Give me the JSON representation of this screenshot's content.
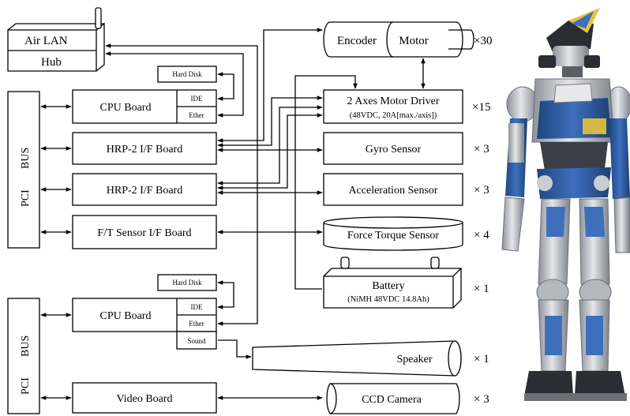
{
  "pci_bus_1": {
    "line1": "PCI",
    "line2": "BUS"
  },
  "pci_bus_2": {
    "line1": "PCI",
    "line2": "BUS"
  },
  "air_lan_hub": {
    "top": "Air LAN",
    "bottom": "Hub"
  },
  "hard_disk_1": "Hard Disk",
  "hard_disk_2": "Hard Disk",
  "cpu_board_1": {
    "label": "CPU Board",
    "ports": [
      "IDE",
      "Ether"
    ]
  },
  "cpu_board_2": {
    "label": "CPU Board",
    "ports": [
      "IDE",
      "Ether",
      "Sound"
    ]
  },
  "hrp2_board_1": "HRP-2 I/F Board",
  "hrp2_board_2": "HRP-2 I/F Board",
  "ft_board": "F/T Sensor I/F Board",
  "video_board": "Video Board",
  "encoder": "Encoder",
  "motor": "Motor",
  "motor_driver": {
    "title": "2 Axes Motor Driver",
    "spec": "(48VDC, 20A[max./axis])"
  },
  "gyro": "Gyro Sensor",
  "accel": "Acceleration Sensor",
  "force_torque": "Force Torque Sensor",
  "battery": {
    "title": "Battery",
    "spec": "(NiMH 48VDC 14.8Ah)"
  },
  "speaker": "Speaker",
  "ccd_camera": "CCD Camera",
  "multipliers": {
    "motor": "×30",
    "driver": "×15",
    "gyro": "× 3",
    "accel": "× 3",
    "force_torque": "× 4",
    "battery": "× 1",
    "speaker": "× 1",
    "camera": "× 3"
  },
  "colors": {
    "robot_blue": "#2f5fa8",
    "robot_silver": "#c9ccd2",
    "robot_dark": "#2a2d33",
    "robot_yellow": "#e8c23a"
  }
}
